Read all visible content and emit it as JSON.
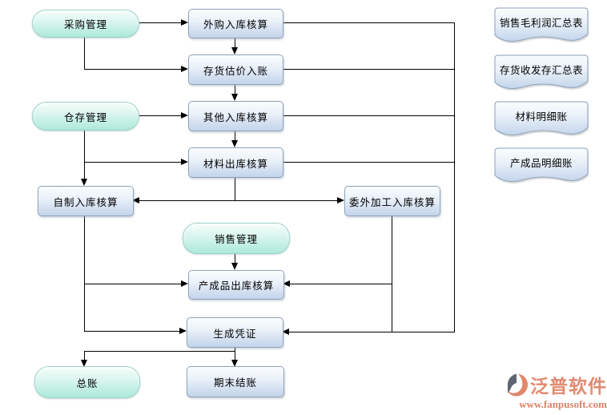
{
  "nodes": {
    "purchase": "采购管理",
    "warehouse": "仓存管理",
    "sales": "销售管理",
    "ledger": "总账",
    "purchased_in": "外购入库核算",
    "inventory_estimate": "存货估价入账",
    "other_in": "其他入库核算",
    "material_out": "材料出库核算",
    "self_made_in": "自制入库核算",
    "outsourced_processing_in": "委外加工入库核算",
    "finished_goods_out": "产成品出库核算",
    "generate_voucher": "生成凭证",
    "period_end_close": "期末结账"
  },
  "reports": [
    {
      "label": "销售毛利润汇总表"
    },
    {
      "label": "存货收发存汇总表"
    },
    {
      "label": "材料明细账"
    },
    {
      "label": "产成品明细账"
    }
  ],
  "logo": {
    "brand": "泛普软件",
    "website": "www.fanpusoft.com"
  },
  "colors": {
    "pill_fill_top": "#f4fdfa",
    "pill_fill_bottom": "#aee9db",
    "pill_border": "#9ad2c9",
    "box_fill_top": "#fbfdfe",
    "box_fill_bottom": "#c3d4ea",
    "box_border": "#8ba1b9",
    "connector": "#000000",
    "brand_accent": "#e18a70"
  }
}
